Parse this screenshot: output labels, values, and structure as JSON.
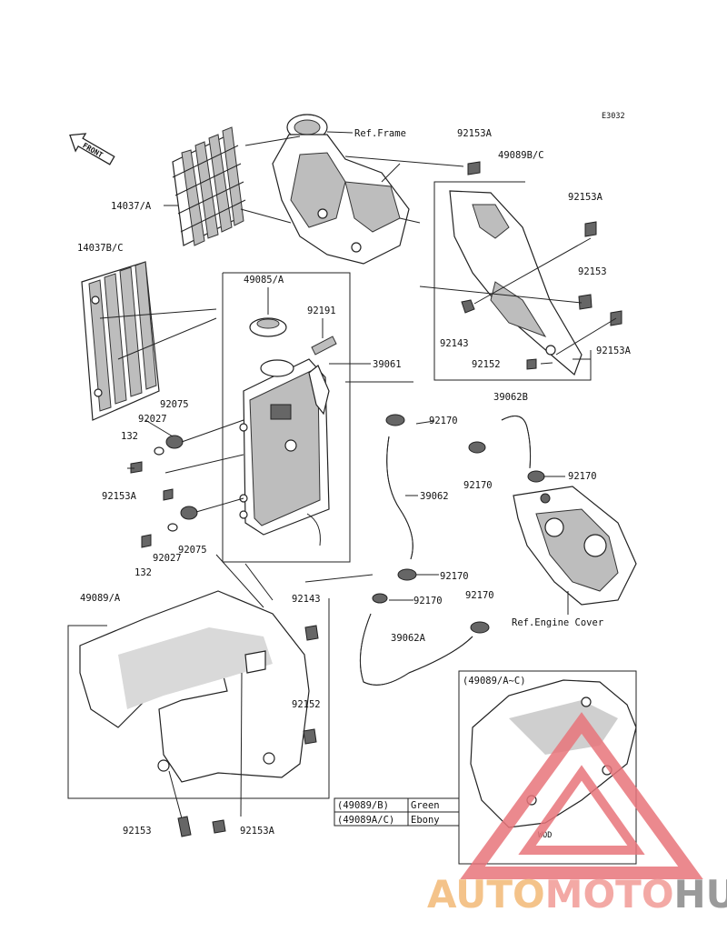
{
  "diagram_code": "E3032",
  "front_arrow_text": "FRONT",
  "labels": {
    "ref_frame": "Ref.Frame",
    "p92153A_top": "92153A",
    "p49089BC": "49089B/C",
    "p14037A": "14037/A",
    "p14037BC": "14037B/C",
    "p92153A_right1": "92153A",
    "p49085A": "49085/A",
    "p92191": "92191",
    "p92153_right": "92153",
    "p92143_right": "92143",
    "p92153A_right2": "92153A",
    "p39061": "39061",
    "p92152_right": "92152",
    "p92075_top": "92075",
    "p92027_top": "92027",
    "p39062B": "39062B",
    "p92170_a": "92170",
    "p132_top": "132",
    "p92170_b": "92170",
    "p92170_c": "92170",
    "p92153A_left": "92153A",
    "p39062": "39062",
    "p92075_bot": "92075",
    "p92027_bot": "92027",
    "p132_bot": "132",
    "p92170_d": "92170",
    "p49089A": "49089/A",
    "p92143_low": "92143",
    "p92170_e": "92170",
    "p92170_f": "92170",
    "ref_engine_cover": "Ref.Engine Cover",
    "p39062A": "39062A",
    "p92152_low": "92152",
    "p49089AC": "(49089/A~C)",
    "p92153_bot": "92153",
    "p92153A_bot": "92153A",
    "shroud_text": "WOD"
  },
  "color_table": [
    {
      "code": "(49089/B)",
      "color": "Green"
    },
    {
      "code": "(49089A/C)",
      "color": "Ebony"
    }
  ],
  "watermark": {
    "part1": "AUTO",
    "part2": "MOTO",
    "part3": "HUB"
  },
  "colors": {
    "watermark_triangle": "#e8747a",
    "watermark_auto": "#f4c38a",
    "watermark_moto": "#f3a9a5",
    "watermark_hub": "#9a9a9a"
  }
}
